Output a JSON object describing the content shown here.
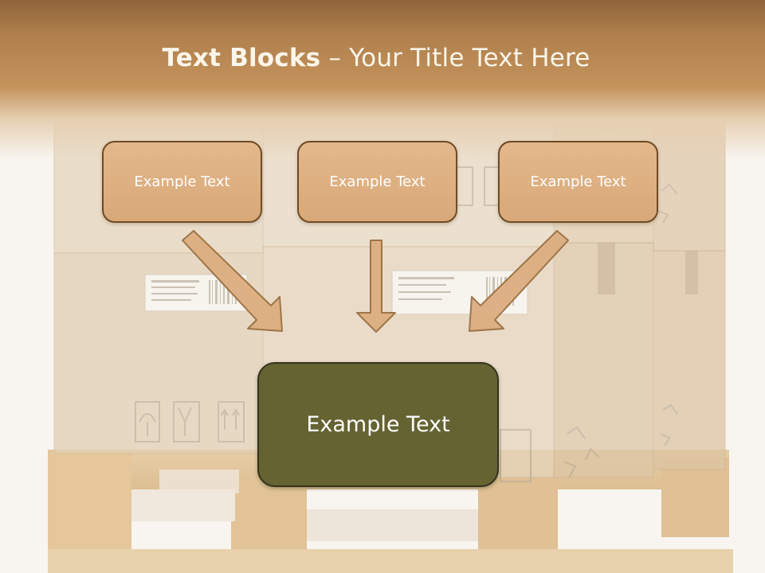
{
  "slide": {
    "title_bold": "Text Blocks",
    "title_rest": " – Your Title Text Here",
    "blocks": [
      {
        "label": "Example Text"
      },
      {
        "label": "Example Text"
      },
      {
        "label": "Example Text"
      }
    ],
    "main_block": {
      "label": "Example Text"
    }
  },
  "colors": {
    "title_band": "#b0804d",
    "block_fill": "#dcad7e",
    "block_border": "#6f4a24",
    "main_fill": "#656332",
    "main_border": "#33331c",
    "arrow_fill": "#dcae80",
    "arrow_stroke": "#9a7042"
  },
  "background": {
    "scene": "cardboard boxes stacked on a wooden pallet",
    "icons": [
      "umbrella-icon",
      "fragile-glass-icon",
      "this-way-up-icon",
      "recycle-icon",
      "barcode-label"
    ]
  }
}
